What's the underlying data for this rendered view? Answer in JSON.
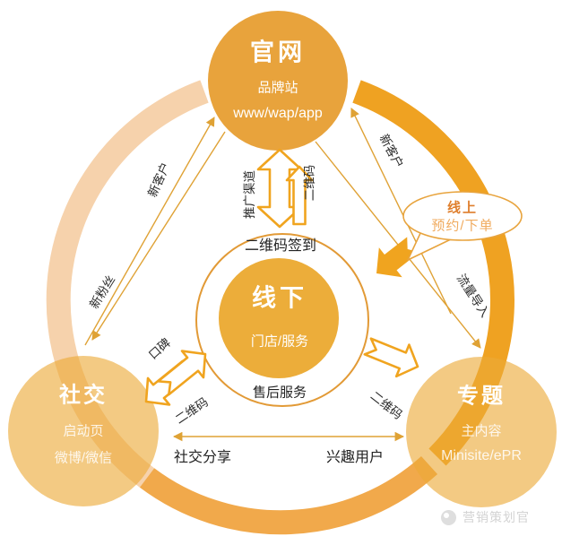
{
  "nodes": {
    "website": {
      "title": "官网",
      "subtitle": "品牌站",
      "detail": "www/wap/app"
    },
    "offline": {
      "title": "线下",
      "subtitle": "门店/服务"
    },
    "social": {
      "title": "社交",
      "subtitle": "启动页",
      "detail": "微博/微信"
    },
    "topic": {
      "title": "专题",
      "subtitle": "主内容",
      "detail": "Minisite/ePR"
    }
  },
  "bubble": {
    "line1": "线上",
    "line2": "预约/下单"
  },
  "labels": {
    "qr_checkin": "二维码签到",
    "after_sales": "售后服务",
    "new_customer_left": "新客户",
    "new_fans": "新粉丝",
    "promo_channel": "推广渠道",
    "qr_code_vertical": "二维码",
    "new_customer_right": "新客户",
    "traffic_import": "流量导入",
    "word_of_mouth": "口碑",
    "qr_code_left": "二维码",
    "qr_code_right": "二维码",
    "social_share": "社交分享",
    "interest_users": "兴趣用户"
  },
  "watermark": {
    "text": "营销策划官"
  },
  "colors": {
    "main-orange": "#E8A33C",
    "inner-orange": "#ECAD3A",
    "light-circle": "#ECA937",
    "ring-dark": "#EFA222",
    "ring-bottom": "#F1A94B",
    "ring-pale": "#F6D2AC",
    "ring-stroke": "#E29A36",
    "hollow": "#F0A41F",
    "bubble-stroke": "#E8A43E",
    "line": "#DFA235",
    "label-dark": "#222222",
    "bubble-text1": "#DF7E2C",
    "bubble-text2": "#F0AB5F",
    "watermark": "#D3D3D3"
  }
}
